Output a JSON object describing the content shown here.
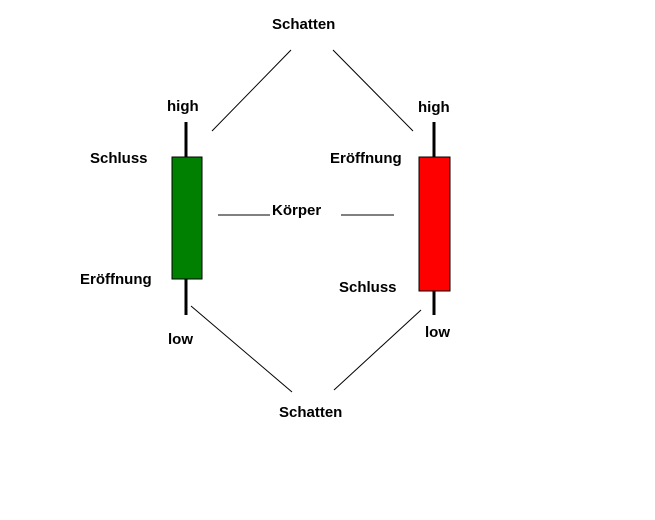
{
  "labels": {
    "shadow_top": "Schatten",
    "shadow_bottom": "Schatten",
    "body": "Körper",
    "left_high": "high",
    "left_close": "Schluss",
    "left_open": "Eröffnung",
    "left_low": "low",
    "right_high": "high",
    "right_open": "Eröffnung",
    "right_close": "Schluss",
    "right_low": "low"
  },
  "colors": {
    "bullish_body": "#008000",
    "bearish_body": "#ff0000",
    "line": "#000000",
    "background": "#ffffff"
  }
}
